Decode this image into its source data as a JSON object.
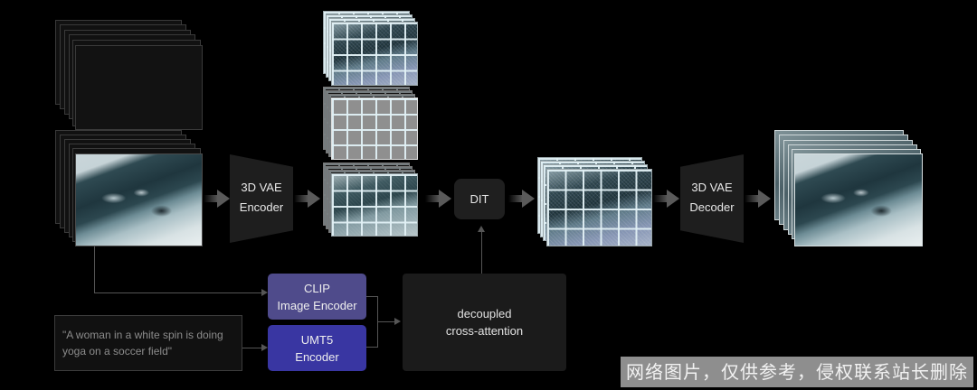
{
  "diagram": {
    "title": "",
    "nodes": {
      "input_frames_empty": {
        "label": "",
        "kind": "empty-video-frames"
      },
      "input_frames_image": {
        "label": "",
        "kind": "input-image-frames"
      },
      "vae_encoder": {
        "line1": "3D VAE",
        "line2": "Encoder"
      },
      "latent_video": {
        "label": "",
        "kind": "latent-grid"
      },
      "mask": {
        "label": "",
        "kind": "mask-grid"
      },
      "latent_image": {
        "label": "",
        "kind": "latent-grid"
      },
      "dit": {
        "label": "DIT"
      },
      "dit_output": {
        "label": "",
        "kind": "latent-grid"
      },
      "vae_decoder": {
        "line1": "3D VAE",
        "line2": "Decoder"
      },
      "output_frames": {
        "label": "",
        "kind": "output-video-frames"
      },
      "clip": {
        "line1": "CLIP",
        "line2": "Image Encoder"
      },
      "umt5": {
        "line1": "UMT5",
        "line2": "Encoder"
      },
      "cross_attention": {
        "line1": "decoupled",
        "line2": "cross-attention"
      },
      "prompt": {
        "text": "\"A woman in a white spin is doing yoga on a soccer field\""
      }
    },
    "colors": {
      "background": "#000000",
      "clip_box": "#4f4b8b",
      "umt5_box": "#3936a2",
      "node_dark": "#1e1e1e",
      "arrow": "#5a5a5a"
    },
    "edges": [
      [
        "input_frames",
        "vae_encoder"
      ],
      [
        "vae_encoder",
        "latents"
      ],
      [
        "latents",
        "dit"
      ],
      [
        "dit",
        "dit_output"
      ],
      [
        "dit_output",
        "vae_decoder"
      ],
      [
        "vae_decoder",
        "output_frames"
      ],
      [
        "input_frames_image",
        "clip"
      ],
      [
        "prompt",
        "umt5"
      ],
      [
        "clip",
        "cross_attention"
      ],
      [
        "umt5",
        "cross_attention"
      ],
      [
        "cross_attention",
        "dit"
      ]
    ]
  },
  "watermark": {
    "text": "网络图片，仅供参考，侵权联系站长删除"
  }
}
